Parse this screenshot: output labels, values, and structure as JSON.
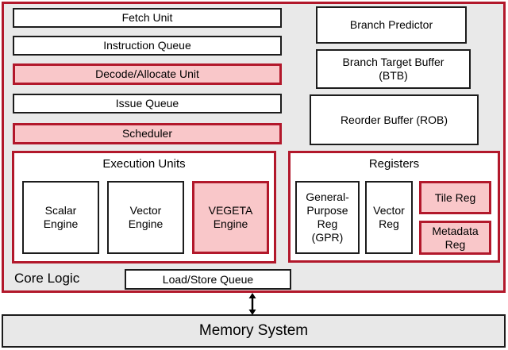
{
  "colors": {
    "highlight_border": "#b2182b",
    "highlight_fill": "#f9c7c9",
    "core_fill": "#e9e9e9",
    "memory_fill": "#e8e8e8",
    "box_border": "#1c1c1c"
  },
  "core_logic": {
    "label": "Core Logic",
    "pipeline_units": [
      {
        "label": "Fetch Unit",
        "highlighted": false
      },
      {
        "label": "Instruction Queue",
        "highlighted": false
      },
      {
        "label": "Decode/Allocate Unit",
        "highlighted": true
      },
      {
        "label": "Issue Queue",
        "highlighted": false
      },
      {
        "label": "Scheduler",
        "highlighted": true
      }
    ],
    "branch_units": [
      {
        "label": "Branch Predictor"
      },
      {
        "label": "Branch Target Buffer (BTB)"
      },
      {
        "label": "Reorder Buffer (ROB)"
      }
    ],
    "execution_units": {
      "title": "Execution Units",
      "engines": [
        {
          "label": "Scalar Engine",
          "highlighted": false
        },
        {
          "label": "Vector Engine",
          "highlighted": false
        },
        {
          "label": "VEGETA Engine",
          "highlighted": true
        }
      ]
    },
    "registers": {
      "title": "Registers",
      "regs": [
        {
          "label": "General-Purpose Reg (GPR)",
          "highlighted": false
        },
        {
          "label": "Vector Reg",
          "highlighted": false
        },
        {
          "label": "Tile Reg",
          "highlighted": true
        },
        {
          "label": "Metadata Reg",
          "highlighted": true
        }
      ]
    },
    "load_store_queue_label": "Load/Store Queue"
  },
  "memory_system": {
    "label": "Memory System"
  },
  "icons": {
    "core_memory_link": "double-headed-vertical-arrow"
  }
}
